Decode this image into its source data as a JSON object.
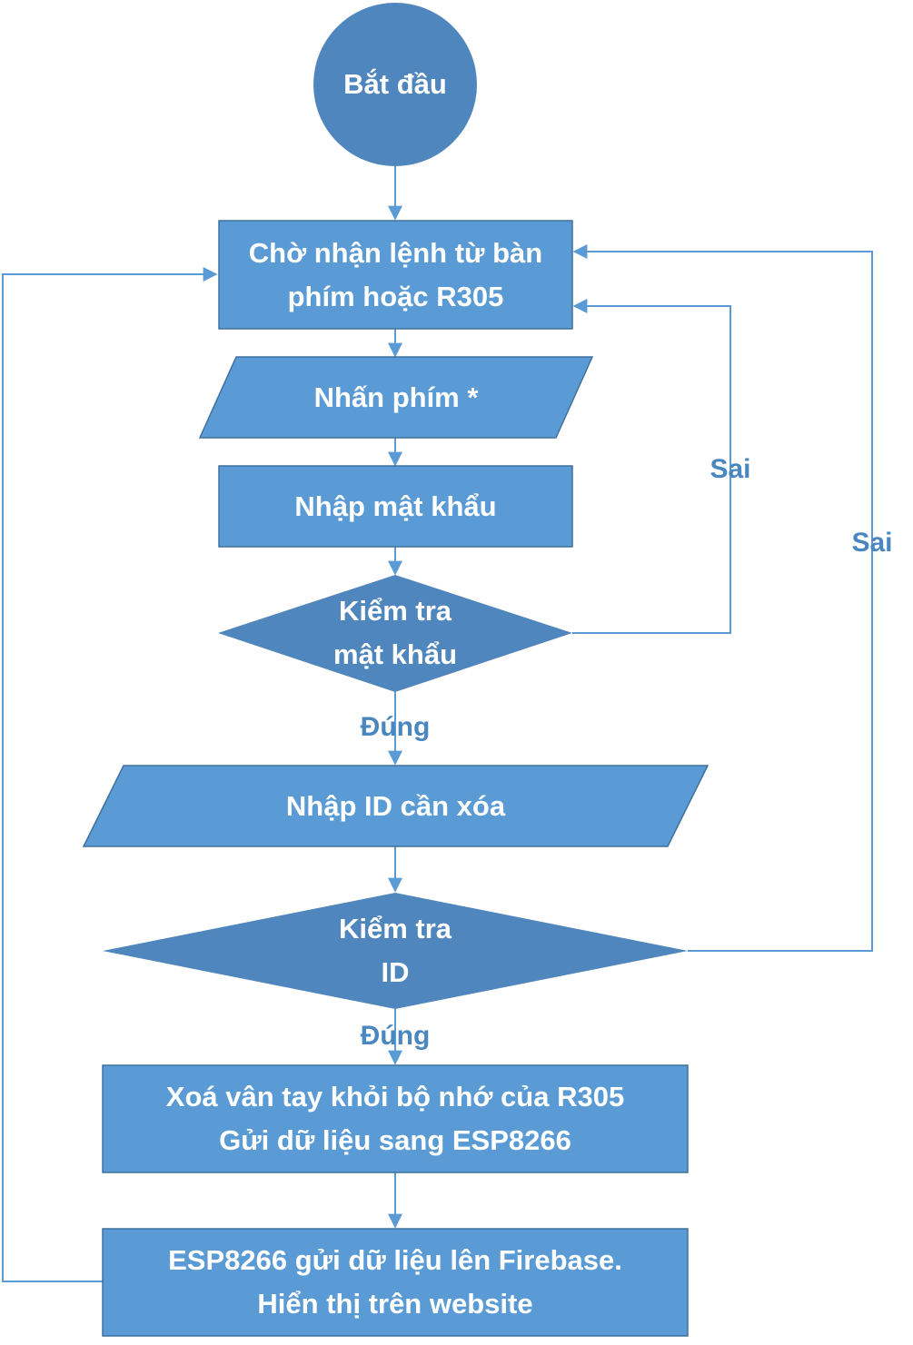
{
  "colors": {
    "box_fill": "#5b9bd5",
    "box_border": "#41719c",
    "dark_fill": "#4f86bd",
    "connector": "#5b9bd5",
    "edge_label": "#4a86c0"
  },
  "nodes": {
    "start": "Bắt đầu",
    "wait": "Chờ nhận lệnh từ bàn\nphím hoặc R305",
    "press_key": "Nhấn phím *",
    "enter_password": "Nhập mật khẩu",
    "check_password": "Kiểm tra\nmật khẩu",
    "enter_id": "Nhập ID cần xóa",
    "check_id": "Kiểm tra\nID",
    "delete_fingerprint": "Xoá vân tay khỏi bộ nhớ của R305\nGửi dữ liệu sang ESP8266",
    "send_firebase": "ESP8266 gửi dữ liệu lên Firebase.\nHiển thị trên website"
  },
  "edges": {
    "password_false": "Sai",
    "id_false": "Sai",
    "password_true": "Đúng",
    "id_true": "Đúng"
  }
}
